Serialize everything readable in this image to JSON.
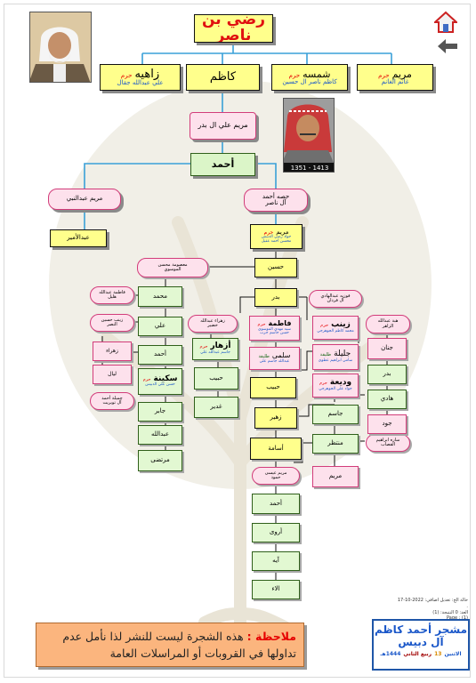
{
  "root": {
    "name": "رضي بن ناصر"
  },
  "children_row": [
    {
      "id": "zahia",
      "name": "زاهيه",
      "tag": "حرم",
      "spouse": "علي عبدالله جقال"
    },
    {
      "id": "kadhim",
      "name": "كاظم"
    },
    {
      "id": "shamsa",
      "name": "شمسه",
      "tag": "حرم",
      "spouse": "كاظم ناصر ال حسين"
    },
    {
      "id": "maryam",
      "name": "مريم",
      "tag": "حرم",
      "spouse": "غانم الغانم"
    }
  ],
  "photo_caption": "1413 - 1351",
  "kadhim_wife": "مريم علي ال بدر",
  "ahmad": "أحمد",
  "ahmad_wives": {
    "left": "مريم عبدالنبي",
    "right_line1": "حصه أحمد",
    "right_line2": "آل ناصر"
  },
  "abdulamir": "عبدالأمير",
  "maryam_box": {
    "name": "مريم",
    "tag": "حرم",
    "line1": "جواد رضي الدبيس",
    "line2": "محسن أحمد عقيل"
  },
  "center_column": [
    {
      "id": "hussain",
      "name": "حسين"
    },
    {
      "id": "badr",
      "name": "بدر"
    },
    {
      "id": "habib",
      "name": "حبيب"
    },
    {
      "id": "zuhair",
      "name": "زهير"
    },
    {
      "id": "osama",
      "name": "أسامة"
    }
  ],
  "hussain_wife": {
    "line1": "معصومة محسن",
    "line2": "الموسوي"
  },
  "hussain_children": [
    "محمد",
    "علي",
    "أحمد",
    "جابر",
    "عبدالله",
    "مرتضى"
  ],
  "mohammad_wife": {
    "line1": "فاطمة عبدالله",
    "line2": "هليل"
  },
  "ali_wife": {
    "line1": "زينب حسين",
    "line2": "النصر"
  },
  "ali_children": [
    "زهراء",
    "ليال"
  ],
  "ahmad2_wife": {
    "line1": "جميلة أحمد",
    "line2": "آل توبريت"
  },
  "sakina": {
    "name": "سكينة",
    "tag": "حرم",
    "spouse": "حسن علي الدبيس"
  },
  "badr_wife": {
    "line1": "زهراء عبدالله",
    "line2": "خضير"
  },
  "azhar": {
    "name": "أزهار",
    "tag": "حرم",
    "spouse": "جاسم عبدالله علي"
  },
  "badr_sons": [
    "حبيب",
    "غدير"
  ],
  "fatima": {
    "name": "فاطمة",
    "tag": "حرم",
    "line1": "سيد مهدي الموسوي",
    "line2": "حسن جاسم جرب"
  },
  "salma": {
    "name": "سلمى",
    "tag": "طليقة",
    "spouse": "عبدالله جاسم علي"
  },
  "fawzia": {
    "line1": "فوزيه عبدالهادي",
    "line2": "آل فردان"
  },
  "zainab": {
    "name": "زينب",
    "tag": "حرم",
    "spouse": "محمد كاظم الجوهرجي"
  },
  "jaleela": {
    "name": "جليلة",
    "tag": "طليقة",
    "spouse": "سامي ابراهيم عطوي"
  },
  "wadeea": {
    "name": "وديعة",
    "tag": "حرم",
    "spouse": "جواد علي الجوهرجي"
  },
  "zuhair_sons": [
    "جاسم",
    "منتظر",
    "مريم"
  ],
  "hiba": {
    "line1": "هبة عبدالله",
    "line2": "الزاهر"
  },
  "sara": {
    "line1": "ساره ابراهيم",
    "line2": "القصاب"
  },
  "habib_children": [
    "جنان",
    "بدر",
    "هادي",
    "جود"
  ],
  "osama_wife": {
    "line1": "مريم عيسى",
    "line2": "حمود"
  },
  "osama_children": [
    "أحمد",
    "أروى",
    "آيه",
    "الاء"
  ],
  "meta_lines": [
    "حالة الخ: تعديل اضافي: 2022-10-17",
    ".",
    "العد: 0 النتيجة: (1)",
    "Page : (1)"
  ],
  "note": {
    "label": "ملاحظة :",
    "text": "هذه الشجرة ليست للنشر لذا نأمل عدم تداولها في القروبات أو المراسلات العامة"
  },
  "logo": {
    "title": "مشجر أحمد كاظم",
    "subtitle": "آل دبيس",
    "day": "الاثنين",
    "date_num": "13",
    "month": "ربيع الثاني",
    "year": "1444هـ"
  },
  "colors": {
    "yellow": "#ffff8c",
    "green": "#dbf5c8",
    "pink": "#fde1ec",
    "line_blue": "#3aa0d8",
    "note_orange": "#fbb57e",
    "logo_blue": "#1f56a8"
  },
  "icons": [
    "home-icon",
    "back-arrow-icon"
  ]
}
